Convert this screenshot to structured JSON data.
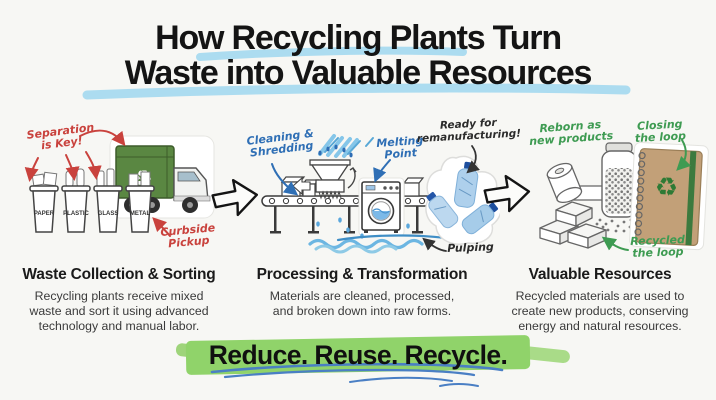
{
  "title": {
    "line1": "How Recycling Plants Turn",
    "line2": "Waste into Valuable Resources"
  },
  "stages": [
    {
      "heading": "Waste Collection & Sorting",
      "body": "Recycling plants receive mixed\nwaste and sort it using advanced\ntechnology and manual labor.",
      "bins": [
        "PAPER",
        "PLASTIC",
        "GLASS",
        "METAL"
      ],
      "notes": {
        "separation": "Separation\nis Key!",
        "curbside": "Curbside\nPickup"
      }
    },
    {
      "heading": "Processing & Transformation",
      "body": "Materials are cleaned, processed,\nand broken down into raw forms.",
      "notes": {
        "cleaning": "Cleaning &\nShredding",
        "melting": "Melting\nPoint",
        "ready": "Ready for\nremanufacturing!",
        "pulping": "Pulping"
      }
    },
    {
      "heading": "Valuable Resources",
      "body": "Recycled materials are used to\ncreate new products, conserving\nenergy and natural resources.",
      "notes": {
        "reborn": "Reborn as\nnew products",
        "closing": "Closing\nthe loop",
        "recycled": "Recycled\nthe loop"
      }
    }
  ],
  "footer": {
    "slogan": "Reduce. Reuse. Recycle."
  },
  "icons": {
    "recycle_symbol": "♻"
  },
  "colors": {
    "highlight_blue": "#9fd7ee",
    "highlight_green": "#90d36a",
    "annotation_red": "#c9423d",
    "annotation_blue": "#2f6fb5",
    "annotation_green": "#3e9b52",
    "scribble_blue": "#4a7fc4",
    "truck_green": "#5a8742",
    "bottle_blue": "#aed0ec",
    "notebook_kraft": "#c2a078"
  }
}
